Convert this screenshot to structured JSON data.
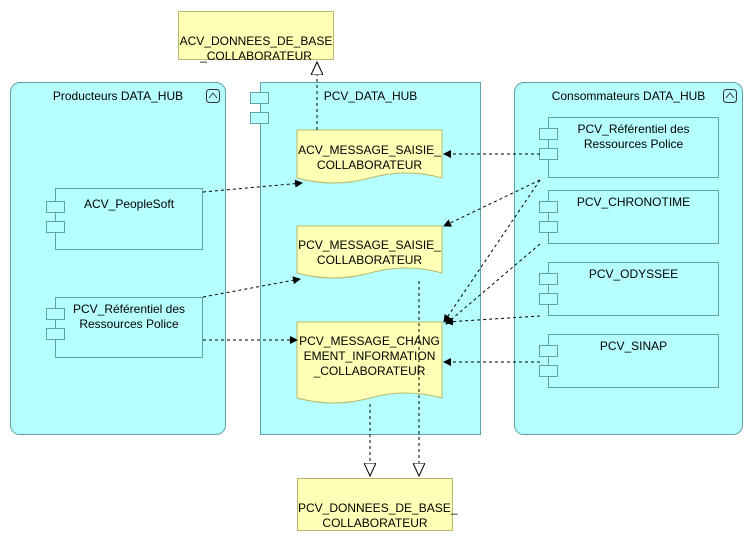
{
  "groups": {
    "producteurs": "Producteurs DATA_HUB",
    "pcv": "PCV_DATA_HUB",
    "consommateurs": "Consommateurs DATA_HUB"
  },
  "data_objects": {
    "acv_donnees": "ACV_DONNEES_DE_BASE\n_COLLABORATEUR",
    "pcv_donnees": "PCV_DONNEES_DE_BASE_\nCOLLABORATEUR"
  },
  "messages": {
    "acv_saisie": "ACV_MESSAGE_SAISIE_\nCOLLABORATEUR",
    "pcv_saisie": "PCV_MESSAGE_SAISIE_\nCOLLABORATEUR",
    "changement": "PCV_MESSAGE_CHANG\nEMENT_INFORMATION\n_COLLABORATEUR"
  },
  "producers": {
    "peoplesoft": "ACV_PeopleSoft",
    "referentiel": "PCV_Référentiel des\nRessources Police"
  },
  "consumers": {
    "referentiel": "PCV_Référentiel des\nRessources Police",
    "chronotime": "PCV_CHRONOTIME",
    "odyssee": "PCV_ODYSSEE",
    "sinap": "PCV_SINAP"
  },
  "colors": {
    "group_fill": "#b5fffe",
    "object_fill": "#ffffb5",
    "border": "#5fa3a8"
  }
}
